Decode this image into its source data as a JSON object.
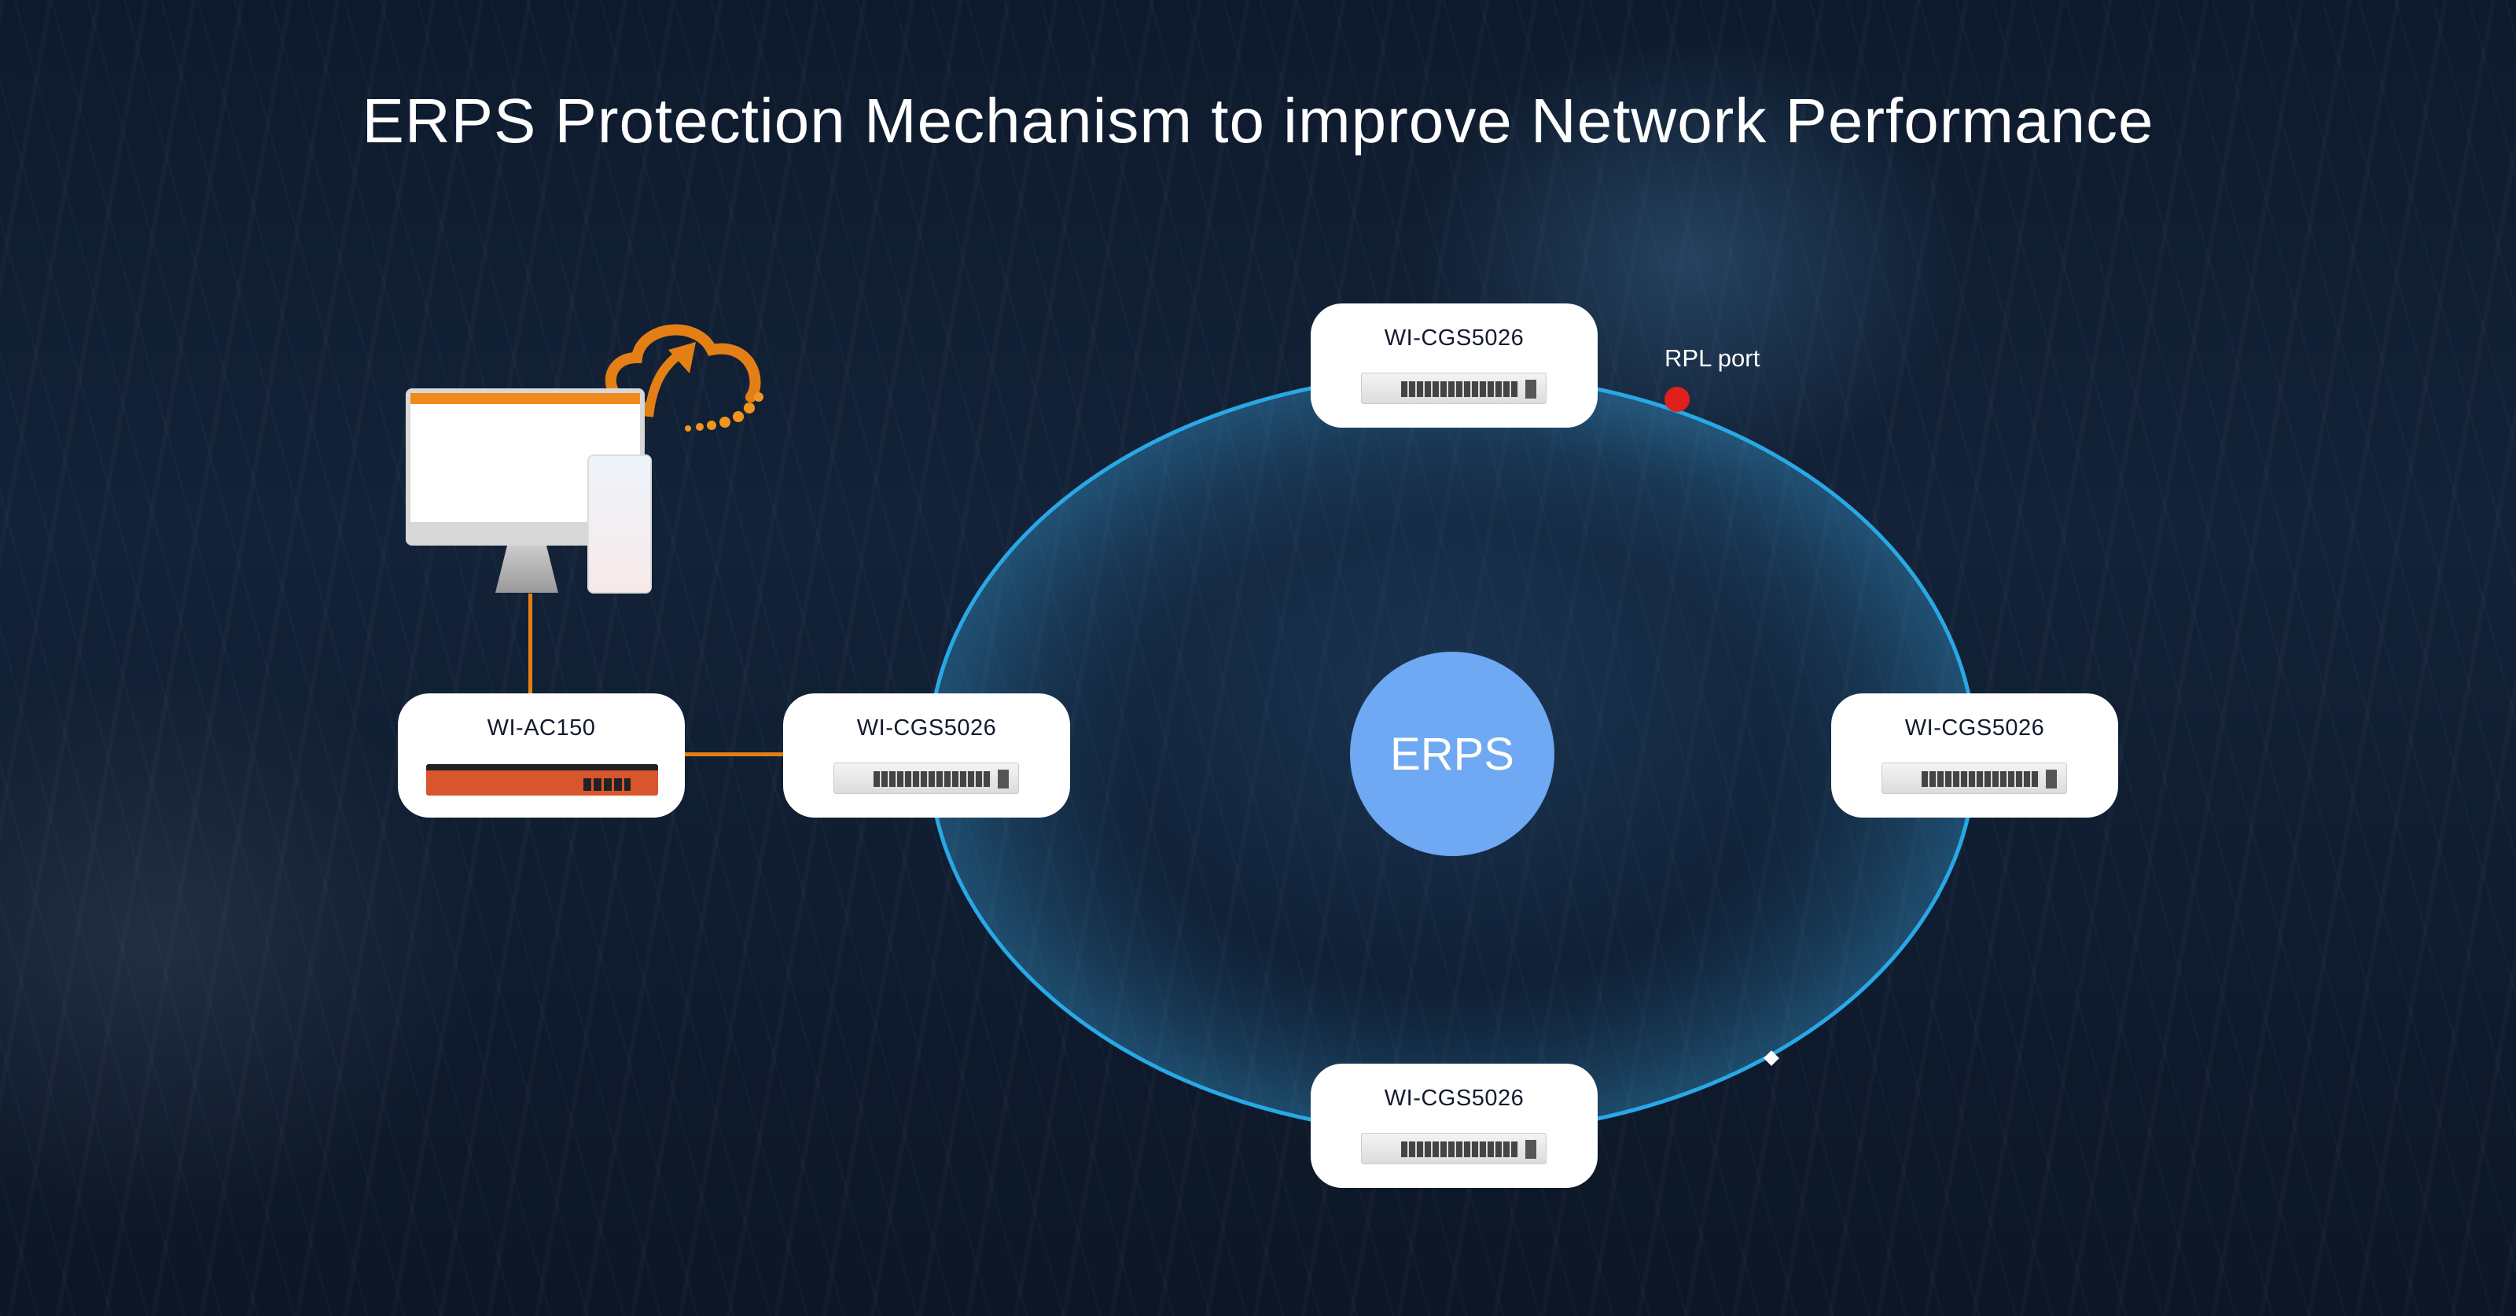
{
  "title": "ERPS Protection Mechanism to improve Network Performance",
  "center_label": "ERPS",
  "rpl_label": "RPL port",
  "devices": {
    "ac": "WI-AC150",
    "switch_top": "WI-CGS5026",
    "switch_left": "WI-CGS5026",
    "switch_right": "WI-CGS5026",
    "switch_bottom": "WI-CGS5026"
  },
  "colors": {
    "ring": "#29a8e6",
    "link": "#e47f16",
    "erps": "#6fa8f3",
    "rpl_dot": "#e0201b"
  }
}
